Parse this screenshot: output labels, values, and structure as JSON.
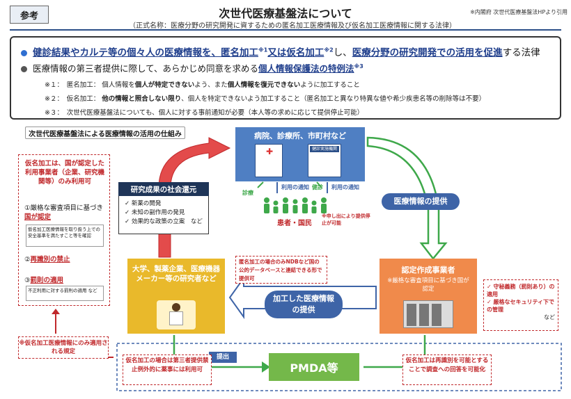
{
  "header": {
    "tag": "参考",
    "title": "次世代医療基盤法について",
    "subtitle": "（正式名称：医療分野の研究開発に資するための匿名加工医療情報及び仮名加工医療情報に関する法律）",
    "source": "※内閣府 次世代医療基盤法HPより引用"
  },
  "summary": {
    "line1_a": "健診結果やカルテ等の個々人の医療情報を、匿名加工",
    "line1_s1": "※1",
    "line1_b": "又は仮名加工",
    "line1_s2": "※2",
    "line1_c": "し、",
    "line1_d": "医療分野の研究開発での活用を促進",
    "line1_e": "する法律",
    "line2_a": "医療情報の第三者提供に際して、あらかじめ同意を求める",
    "line2_b": "個人情報保護法の特例法",
    "line2_s": "※3",
    "note1_label": "※１：　匿名加工：",
    "note1_a": "個人情報を",
    "note1_b": "個人が特定できない",
    "note1_c": "よう、また",
    "note1_d": "個人情報を復元できない",
    "note1_e": "ように加工すること",
    "note2_label": "※２：　仮名加工：",
    "note2_a": "他の情報と照合しない限り",
    "note2_b": "、個人を特定できないよう加工すること（匿名加工と異なり特異な値や希少疾患名等の削除等は不要）",
    "note3": "※３：　次世代医療基盤法についても、個人に対する事前通知が必要（本人等の求めに応じて提供停止可能）"
  },
  "section_label": "次世代医療基盤法による医療情報の活用の仕組み",
  "left_panel": {
    "lead": "仮名加工は、国が認定した利用事業者（企業、研究機関等）のみ利用可",
    "item1_title_a": "①厳格な審査項目に基づき",
    "item1_title_b": "国が認定",
    "item1_sub": "仮名加工医療情報を取り扱う上での安全基準を満たすこと等を確認",
    "item2_title_a": "②",
    "item2_title_b": "再識別の禁止",
    "item3_title_a": "③",
    "item3_title_b": "罰則の適用",
    "item3_sub": "不正利用に対する罰則の適用 など"
  },
  "hospital": {
    "label": "病院、診療所、市町村など",
    "building_sign": "健診実施機関",
    "notify_left": "利用の通知",
    "notify_right": "利用の通知",
    "diag_label": "診療",
    "checkup_label": "健診",
    "patients": "患者・国民",
    "stop_note": "※申し出により提供停止が可能"
  },
  "return_box": {
    "title": "研究成果の社会還元",
    "items": [
      "新薬の開発",
      "未知の副作用の発見",
      "効果的な政策の立案　など"
    ]
  },
  "flow_labels": {
    "provide": "医療情報の提供",
    "processed_a": "加工した医療情報",
    "processed_b": "の提供",
    "submit": "提出"
  },
  "certified": {
    "title": "認定作成事業者",
    "sub": "※厳格な審査項目に基づき国が認定"
  },
  "researchers": {
    "title": "大学、製薬企業、医療機器メーカー等の研究者など"
  },
  "ndb_note": "匿名加工の場合のみNDBなど国の公的データベースと連結できる形で提供可",
  "duties_note": {
    "item1": "守秘義務（罰則あり）の適用",
    "item2": "厳格なセキュリティ下での管理",
    "tail": "など"
  },
  "only_pseudo_note": "※仮名加工医療情報にのみ適用される規定",
  "pmda": "PMDA等",
  "pmda_left_note": "仮名加工の場合は第三者提供禁止例外的に薬事には利用可",
  "pmda_right_note": "仮名加工は再識別を可能とすることで調査への回答を可能化",
  "colors": {
    "navy": "#1f3e8c",
    "blue_card": "#4f7fc3",
    "orange_card": "#f08a4b",
    "yellow_card": "#e9b92b",
    "green": "#74b84a",
    "red": "#c0282b"
  }
}
